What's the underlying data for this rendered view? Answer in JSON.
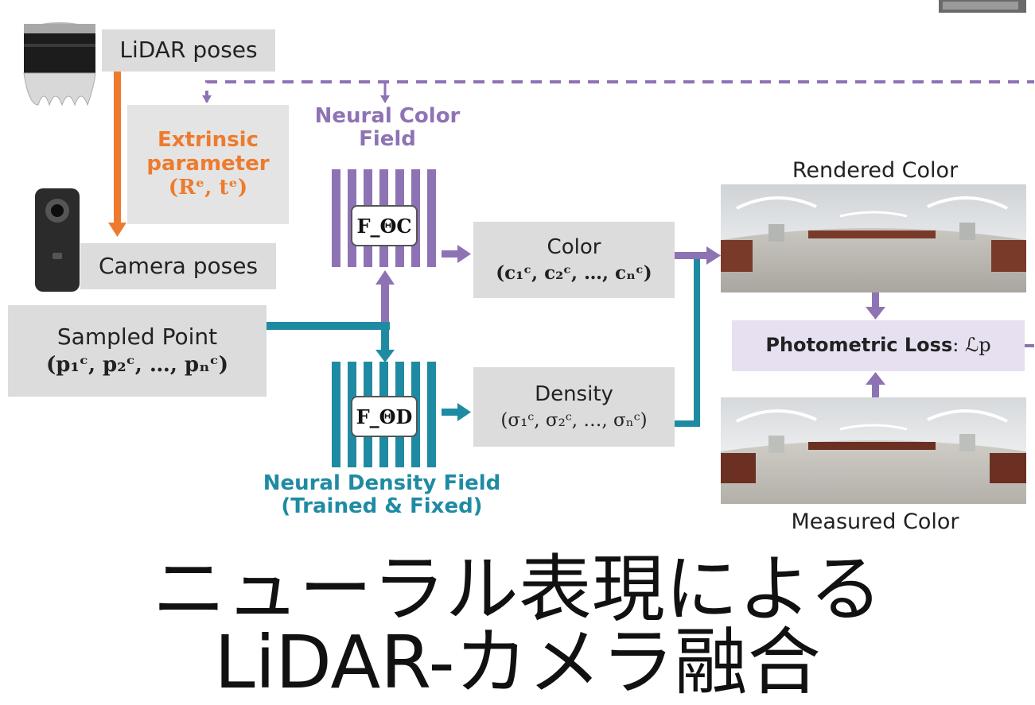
{
  "labels": {
    "lidar_poses": "LiDAR poses",
    "camera_poses": "Camera poses",
    "extrinsic_line1": "Extrinsic",
    "extrinsic_line2": "parameter",
    "extrinsic_math": "(Rᵉ, tᵉ)",
    "neural_color_line1": "Neural Color",
    "neural_color_line2": "Field",
    "f_color": "F_ΘC",
    "f_density": "F_ΘD",
    "color_title": "Color",
    "color_math": "(c₁ᶜ, c₂ᶜ, …, cₙᶜ)",
    "density_title": "Density",
    "density_math": "(σ₁ᶜ, σ₂ᶜ, …, σₙᶜ)",
    "sampled_title": "Sampled Point",
    "sampled_math": "(p₁ᶜ, p₂ᶜ, …, pₙᶜ)",
    "neural_density_line1": "Neural Density Field",
    "neural_density_line2": "(Trained & Fixed)",
    "rendered_color": "Rendered Color",
    "measured_color": "Measured Color",
    "photometric_bold": "Photometric Loss",
    "photometric_math": ": ℒp"
  },
  "caption": {
    "line1": "ニューラル表現による",
    "line2": "LiDAR-カメラ融合"
  },
  "colors": {
    "purple": "#8e73b4",
    "teal": "#1f8ba3",
    "orange": "#ee7b2d",
    "box_gray": "#dcdcdc",
    "loss_bg": "#e6e0f0"
  },
  "icons": [
    "lidar-sensor-icon",
    "camera-360-icon",
    "panorama-rendered-image",
    "panorama-measured-image"
  ]
}
